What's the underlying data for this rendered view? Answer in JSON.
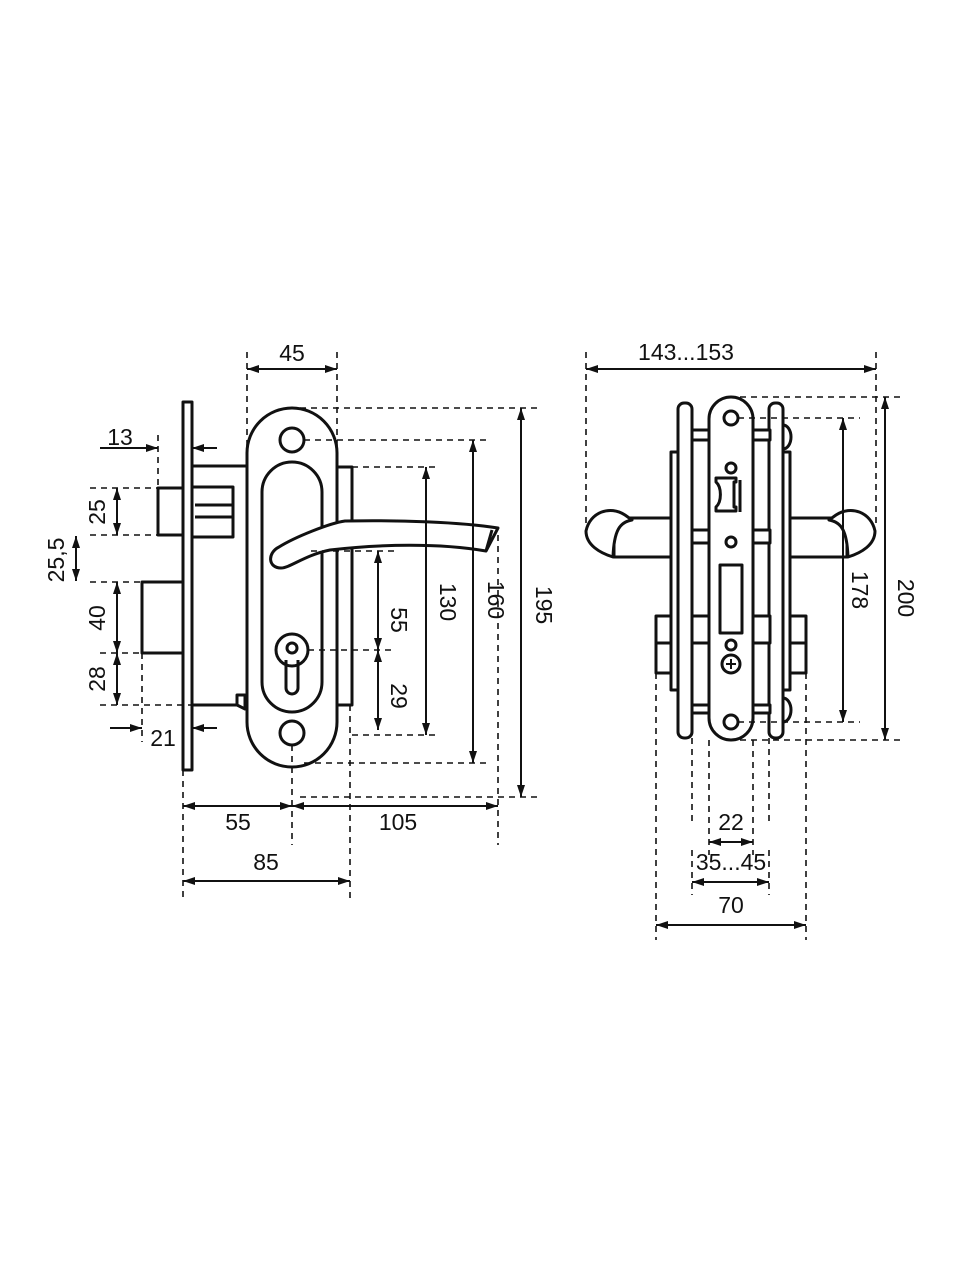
{
  "left_view": {
    "dims": {
      "handle_width": "45",
      "backset_offset": "13",
      "latch_height": "25",
      "latch_to_bolt": "25,5",
      "bolt_height": "40",
      "bolt_to_bottom": "28",
      "bolt_projection": "21",
      "faceplate_to_axis": "55",
      "axis_to_lever_end": "105",
      "faceplate_to_body_end": "85",
      "lever_to_cylinder": "55",
      "cylinder_to_bottom": "29",
      "body_height": "130",
      "screw_spacing": "160",
      "plate_height": "195"
    }
  },
  "right_view": {
    "dims": {
      "overall_width": "143...153",
      "plate_height": "200",
      "screw_spacing": "178",
      "faceplate_width": "22",
      "door_thickness": "35...45",
      "body_width": "70"
    }
  }
}
